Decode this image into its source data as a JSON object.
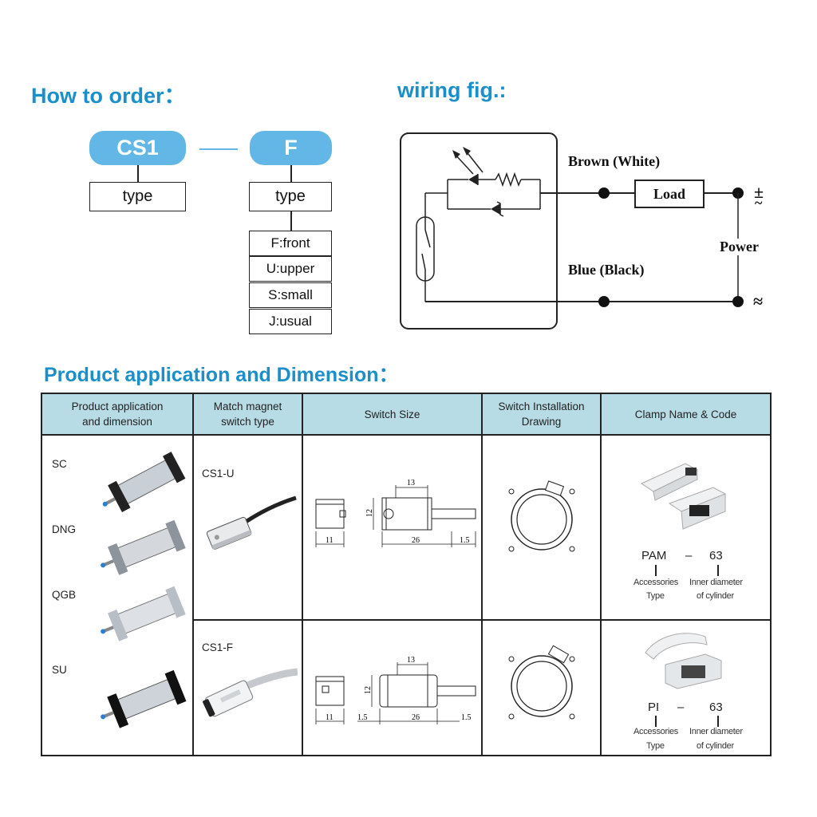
{
  "how_to_order": {
    "title": "How to order：",
    "model": "CS1",
    "model_box": "type",
    "type_code": "F",
    "type_box": "type",
    "options": [
      "F:front",
      "U:upper",
      "S:small",
      "J:usual"
    ]
  },
  "wiring": {
    "title": "wiring  fig.:",
    "brown": "Brown (White)",
    "blue": "Blue (Black)",
    "load": "Load",
    "power": "Power",
    "plus_symbol": "±",
    "tilde_top": "~",
    "tilde_bottom": "≈"
  },
  "dimension": {
    "title": "Product application and Dimension：",
    "headers": {
      "col1_l1": "Product application",
      "col1_l2": "and dimension",
      "col2_l1": "Match magnet",
      "col2_l2": "switch type",
      "col3": "Switch Size",
      "col4_l1": "Switch Installation",
      "col4_l2": "Drawing",
      "col5": "Clamp Name & Code"
    },
    "applications": [
      "SC",
      "DNG",
      "QGB",
      "SU"
    ],
    "row1": {
      "switch_type": "CS1-U",
      "dim_13": "13",
      "dim_12": "12",
      "dim_11": "11",
      "dim_26": "26",
      "dim_15": "1.5",
      "clamp_code": "PAM",
      "clamp_dash": "–",
      "clamp_size": "63",
      "acc_l1": "Accessories",
      "acc_l2": "Type",
      "inner_l1": "Inner diameter",
      "inner_l2": "of cylinder"
    },
    "row2": {
      "switch_type": "CS1-F",
      "dim_13": "13",
      "dim_12": "12",
      "dim_11": "11",
      "dim_15a": "1.5",
      "dim_26": "26",
      "dim_15b": "1.5",
      "clamp_code": "PI",
      "clamp_dash": "–",
      "clamp_size": "63",
      "acc_l1": "Accessories",
      "acc_l2": "Type",
      "inner_l1": "Inner diameter",
      "inner_l2": "of cylinder"
    }
  },
  "colors": {
    "heading_blue": "#1b8fc9",
    "pill_blue": "#62b7e6",
    "header_bg": "#b8dce6"
  }
}
